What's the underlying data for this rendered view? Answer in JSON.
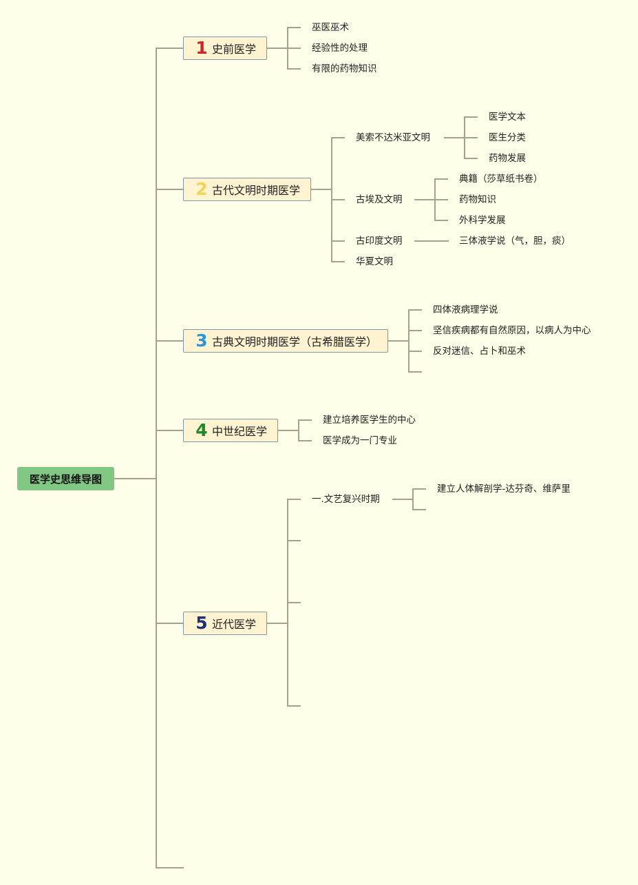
{
  "root": {
    "label": "医学史思维导图"
  },
  "topics": [
    {
      "number": "1",
      "number_color": "#d6202a",
      "label": "史前医学",
      "children": [
        "巫医巫术",
        "经验性的处理",
        "有限的药物知识"
      ]
    },
    {
      "number": "2",
      "number_color": "#f3d35a",
      "label": "古代文明时期医学",
      "children": [
        {
          "label": "美索不达米亚文明",
          "children": [
            "医学文本",
            "医生分类",
            "药物发展"
          ]
        },
        {
          "label": "古埃及文明",
          "children": [
            "典籍（莎草纸书卷）",
            "药物知识",
            "外科学发展"
          ]
        },
        {
          "label": "古印度文明",
          "children": [
            "三体液学说（气，胆，痰）"
          ]
        },
        {
          "label": "华夏文明",
          "children": []
        }
      ]
    },
    {
      "number": "3",
      "number_color": "#2a97d8",
      "label": "古典文明时期医学（古希腊医学）",
      "children": [
        "四体液病理学说",
        "坚信疾病都有自然原因，以病人为中心",
        "反对迷信、占卜和巫术",
        ""
      ]
    },
    {
      "number": "4",
      "number_color": "#1a8a2a",
      "label": "中世纪医学",
      "children": [
        "建立培养医学生的中心",
        "医学成为一门专业"
      ]
    },
    {
      "number": "5",
      "number_color": "#1f2f7a",
      "label": "近代医学",
      "children": [
        {
          "label": "一.文艺复兴时期",
          "children": [
            "建立人体解剖学-达芬奇、维萨里",
            ""
          ]
        },
        {
          "label": "",
          "children": []
        },
        {
          "label": "",
          "children": []
        },
        {
          "label": "",
          "children": []
        }
      ]
    }
  ]
}
